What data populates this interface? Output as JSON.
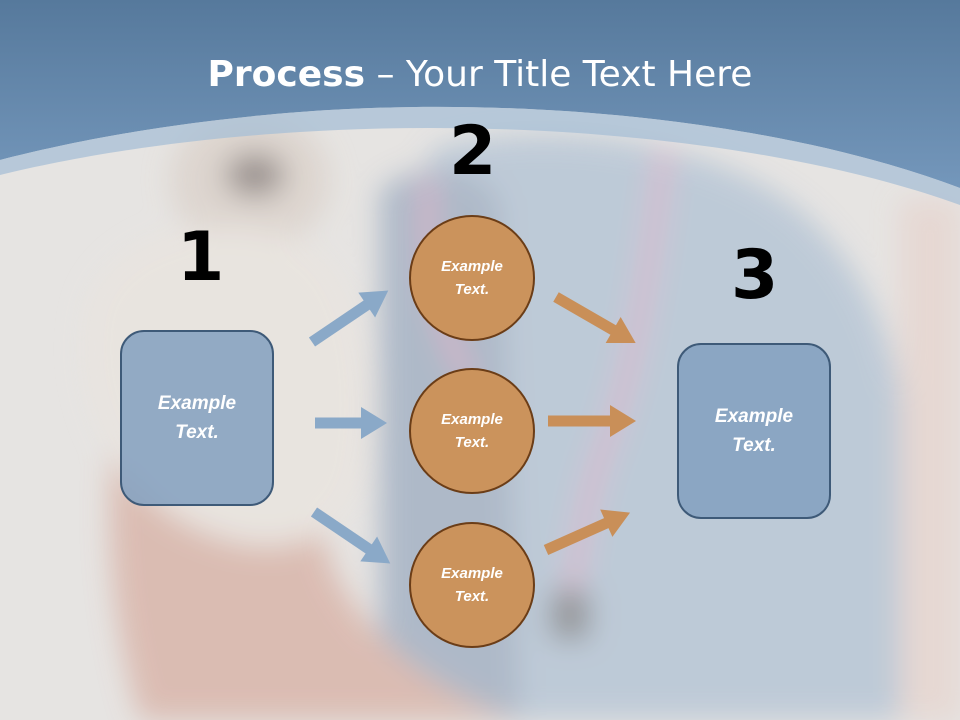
{
  "slide": {
    "title_bold": "Process",
    "title_rest": " – Your Title Text Here"
  },
  "steps": {
    "one": "1",
    "two": "2",
    "three": "3"
  },
  "nodes": {
    "left_box": "Example Text.",
    "circle_top": "Example Text.",
    "circle_middle": "Example Text.",
    "circle_bottom": "Example Text.",
    "right_box": "Example Text."
  },
  "colors": {
    "header_blue": "#6f92b6",
    "box_fill": "#83a0c0",
    "circle_fill": "#cb935c",
    "blue_arrow": "#8aa9c8",
    "orange_arrow": "#c98f58"
  }
}
